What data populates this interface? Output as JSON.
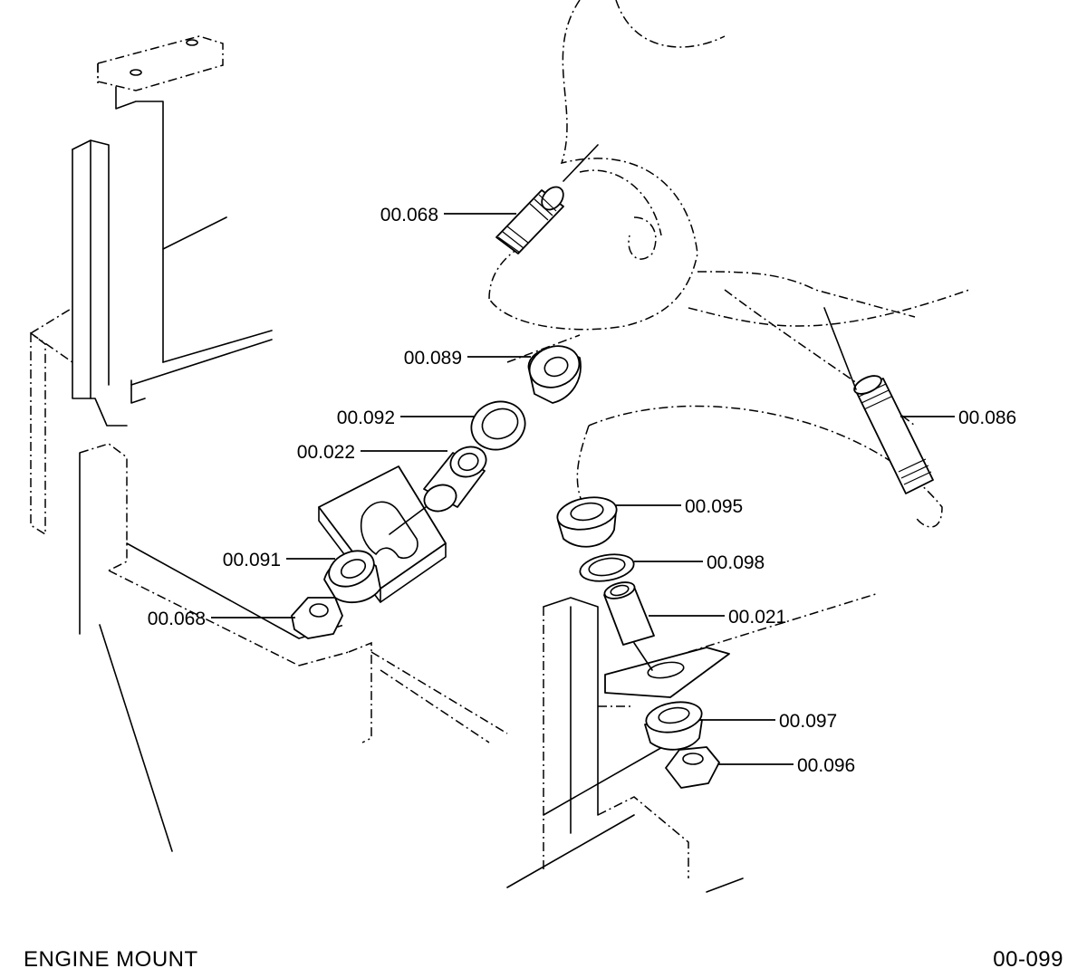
{
  "title": "ENGINE  MOUNT",
  "page_number": "00-099",
  "callouts": [
    {
      "id": "c-068-top",
      "label": "00.068"
    },
    {
      "id": "c-089",
      "label": "00.089"
    },
    {
      "id": "c-092",
      "label": "00.092"
    },
    {
      "id": "c-022",
      "label": "00.022"
    },
    {
      "id": "c-091",
      "label": "00.091"
    },
    {
      "id": "c-068-bottom",
      "label": "00.068"
    },
    {
      "id": "c-086",
      "label": "00.086"
    },
    {
      "id": "c-095",
      "label": "00.095"
    },
    {
      "id": "c-098",
      "label": "00.098"
    },
    {
      "id": "c-021",
      "label": "00.021"
    },
    {
      "id": "c-097",
      "label": "00.097"
    },
    {
      "id": "c-096",
      "label": "00.096"
    }
  ]
}
